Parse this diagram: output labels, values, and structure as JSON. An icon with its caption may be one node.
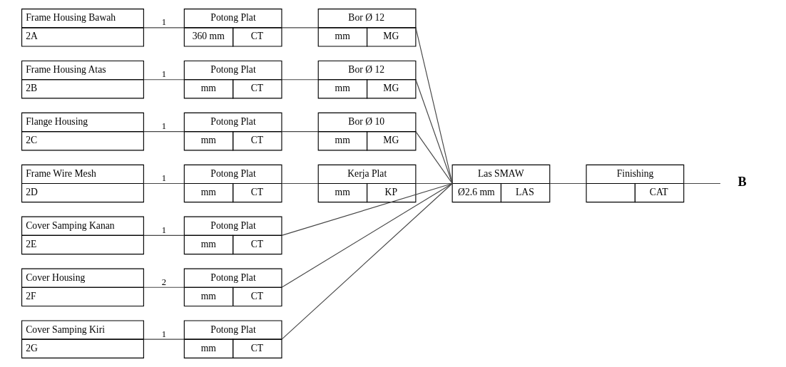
{
  "diagram": {
    "nodes": [
      {
        "text": [
          "Frame Housing Bawah",
          "2A"
        ]
      },
      {
        "text": [
          "Potong Plat",
          "360 mm",
          "CT"
        ]
      },
      {
        "text": [
          "Bor Ø 12",
          "mm",
          "MG"
        ]
      },
      {
        "text": [
          "Frame Housing Atas",
          "2B"
        ]
      },
      {
        "text": [
          "Potong Plat",
          "mm",
          "CT"
        ]
      },
      {
        "text": [
          "Bor Ø 12",
          "mm",
          "MG"
        ]
      },
      {
        "text": [
          "Flange Housing",
          "2C"
        ]
      },
      {
        "text": [
          "Potong Plat",
          "mm",
          "CT"
        ]
      },
      {
        "text": [
          "Bor Ø 10",
          "mm",
          "MG"
        ]
      },
      {
        "text": [
          "Frame Wire Mesh",
          "2D"
        ]
      },
      {
        "text": [
          "Potong Plat",
          "mm",
          "CT"
        ]
      },
      {
        "text": [
          "Kerja Plat",
          "mm",
          "KP"
        ]
      },
      {
        "text": [
          "Cover Samping Kanan",
          "2E"
        ]
      },
      {
        "text": [
          "Potong Plat",
          "mm",
          "CT"
        ]
      },
      {
        "text": [
          "Cover Housing",
          "2F"
        ]
      },
      {
        "text": [
          "Potong Plat",
          "mm",
          "CT"
        ]
      },
      {
        "text": [
          "Cover Samping Kiri",
          "2G"
        ]
      },
      {
        "text": [
          "Potong Plat",
          "mm",
          "CT"
        ]
      },
      {
        "text": [
          "Las SMAW",
          "Ø2.6 mm",
          "LAS"
        ]
      },
      {
        "text": [
          "Finishing",
          "CAT"
        ]
      },
      {
        "text": [
          "B"
        ]
      }
    ],
    "edges": [
      {
        "from": 0,
        "to": 1,
        "arrow": "none",
        "label": "1"
      },
      {
        "from": 1,
        "to": 2,
        "arrow": "none"
      },
      {
        "from": 2,
        "to": 18,
        "arrow": "none"
      },
      {
        "from": 3,
        "to": 4,
        "arrow": "none",
        "label": "1"
      },
      {
        "from": 4,
        "to": 5,
        "arrow": "none"
      },
      {
        "from": 5,
        "to": 18,
        "arrow": "none"
      },
      {
        "from": 6,
        "to": 7,
        "arrow": "none",
        "label": "1"
      },
      {
        "from": 7,
        "to": 8,
        "arrow": "none"
      },
      {
        "from": 8,
        "to": 18,
        "arrow": "none"
      },
      {
        "from": 9,
        "to": 10,
        "arrow": "none",
        "label": "1"
      },
      {
        "from": 10,
        "to": 11,
        "arrow": "none"
      },
      {
        "from": 11,
        "to": 18,
        "arrow": "none"
      },
      {
        "from": 12,
        "to": 13,
        "arrow": "none",
        "label": "1"
      },
      {
        "from": 13,
        "to": 18,
        "arrow": "none"
      },
      {
        "from": 14,
        "to": 15,
        "arrow": "none",
        "label": "2"
      },
      {
        "from": 15,
        "to": 18,
        "arrow": "none"
      },
      {
        "from": 16,
        "to": 17,
        "arrow": "none",
        "label": "1"
      },
      {
        "from": 17,
        "to": 18,
        "arrow": "none"
      },
      {
        "from": 18,
        "to": 19,
        "arrow": "none"
      },
      {
        "from": 19,
        "to": 20,
        "arrow": "none"
      }
    ]
  }
}
